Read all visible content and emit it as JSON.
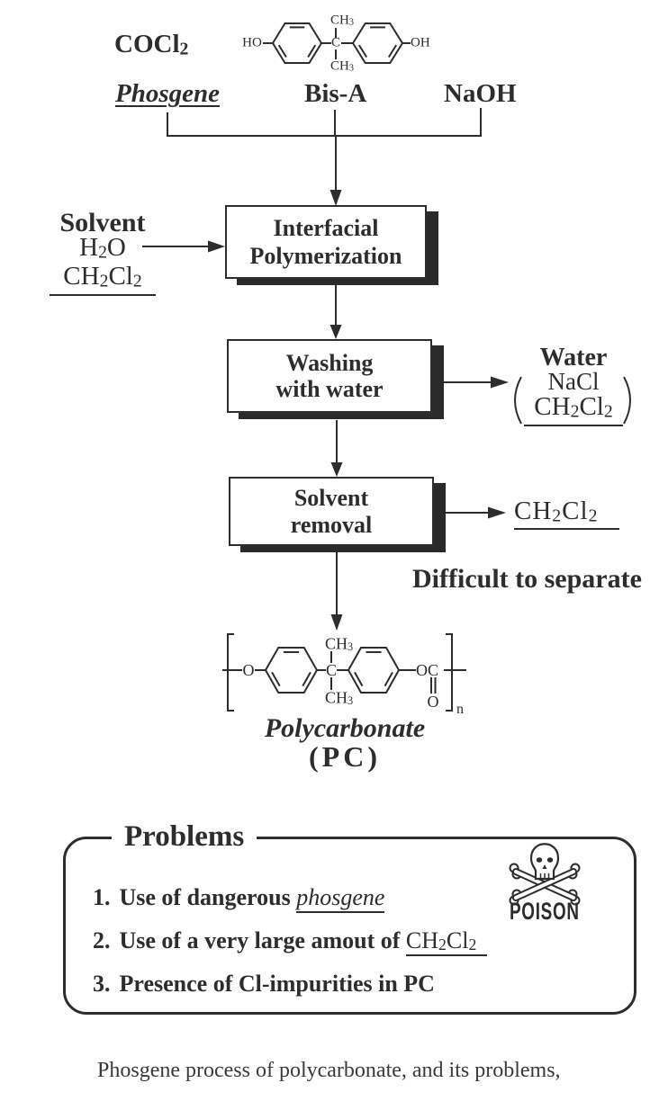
{
  "figure": {
    "reactants": {
      "phosgene_formula": "COCl2",
      "phosgene_name": "Phosgene",
      "bisphenol_name": "Bis-A",
      "base": "NaOH",
      "bisphenol_structure": {
        "left_group": "HO",
        "center_atom": "C",
        "methyl_top": "CH3",
        "methyl_bottom": "CH3",
        "right_group": "OH"
      }
    },
    "solvent": {
      "title": "Solvent",
      "components": [
        "H2O",
        "CH2Cl2"
      ]
    },
    "steps": [
      {
        "lines": [
          "Interfacial",
          "Polymerization"
        ]
      },
      {
        "lines": [
          "Washing",
          "with water"
        ]
      },
      {
        "lines": [
          "Solvent",
          "removal"
        ]
      }
    ],
    "washing_output": {
      "title": "Water",
      "components": [
        "NaCl",
        "CH2Cl2"
      ]
    },
    "removal_output": {
      "component": "CH2Cl2",
      "note": "Difficult to separate"
    },
    "product": {
      "structure": {
        "ether_oxygen": "O",
        "center_atom": "C",
        "methyl_top": "CH3",
        "methyl_bottom": "CH3",
        "carbonate_group": "OC",
        "carbonyl_oxygen": "O",
        "repeat_index": "n"
      },
      "name": "Polycarbonate",
      "abbreviation": "(PC)"
    },
    "problems": {
      "title": "Problems",
      "items": [
        {
          "number": "1.",
          "text": "Use of dangerous ",
          "emphasis": "phosgene"
        },
        {
          "number": "2.",
          "text": "Use of a very large amout of ",
          "emphasis": "CH2Cl2"
        },
        {
          "number": "3.",
          "text": "Presence of Cl-impurities in PC"
        }
      ],
      "hazard": {
        "icon": "skull-and-crossbones",
        "label": "POISON"
      }
    },
    "caption": "Phosgene process of polycarbonate, and its problems,"
  }
}
